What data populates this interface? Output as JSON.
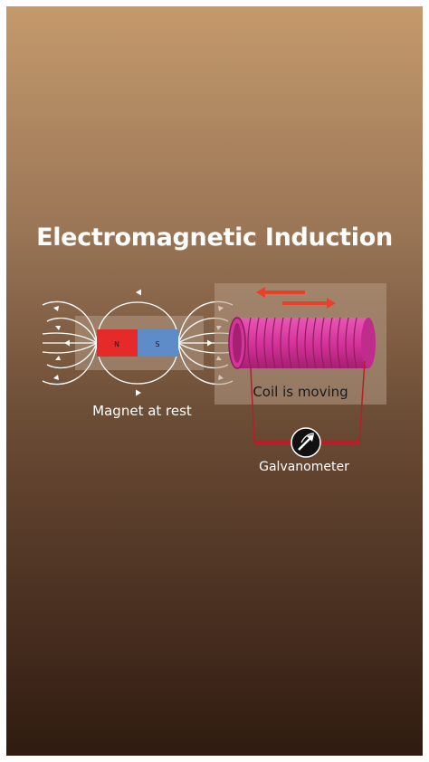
{
  "title": "Electromagnetic Induction",
  "magnet": {
    "north_label": "N",
    "south_label": "S",
    "caption": "Magnet at rest",
    "north_color": "#e62a2a",
    "south_color": "#5e8cc9"
  },
  "coil": {
    "caption": "Coil is moving",
    "coil_color": "#d6339b",
    "arrow_color": "#e8402a"
  },
  "galvanometer": {
    "caption": "Galvanometer",
    "wire_color": "#b3202a"
  }
}
